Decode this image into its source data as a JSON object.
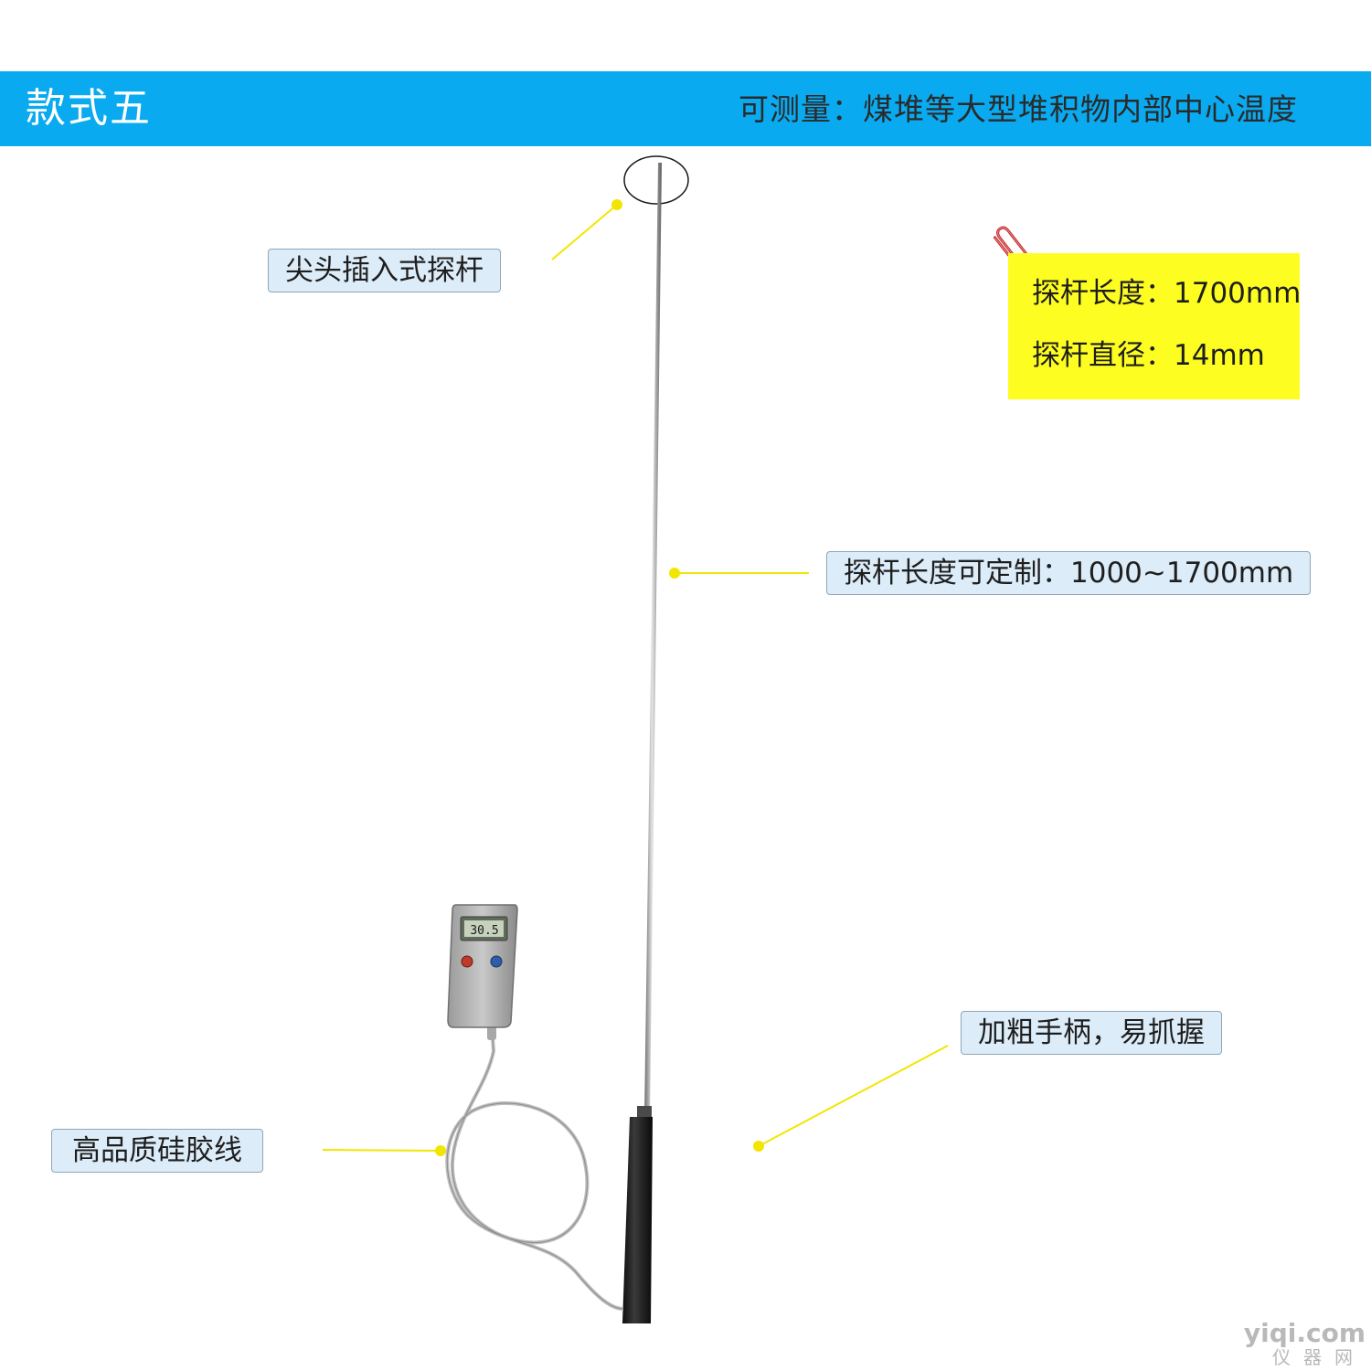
{
  "banner": {
    "title": "款式五",
    "subtitle": "可测量：煤堆等大型堆积物内部中心温度"
  },
  "callouts": {
    "tip": "尖头插入式探杆",
    "length_custom": "探杆长度可定制：1000~1700mm",
    "handle": "加粗手柄，易抓握",
    "cable": "高品质硅胶线"
  },
  "specs": {
    "length": "探杆长度：1700mm",
    "diameter": "探杆直径：14mm"
  },
  "device": {
    "display_reading": "30.5"
  },
  "watermark": {
    "domain": "yiqi.com",
    "chinese": "仪器网"
  },
  "colors": {
    "banner": "#0aaaf0",
    "callout_bg": "#dcecf8",
    "spec_bg": "#fdfd22",
    "leader": "#f2e600"
  },
  "icons": [
    "paperclip-icon"
  ]
}
